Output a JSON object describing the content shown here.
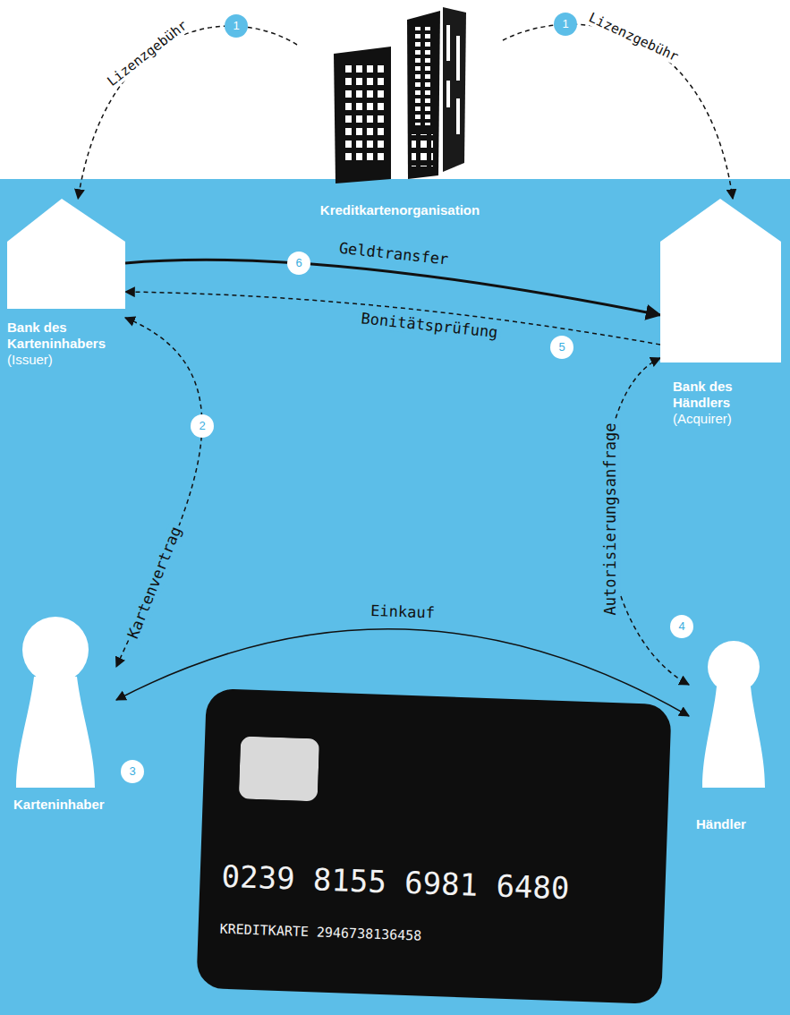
{
  "diagram": {
    "nodes": [
      {
        "text": [
          "Kreditkartenorganisation"
        ]
      },
      {
        "text": [
          "Bank des Karteninhabers",
          "(Issuer)"
        ]
      },
      {
        "text": [
          "Bank des Händlers",
          "(Acquirer)"
        ]
      },
      {
        "text": [
          "Karteninhaber"
        ]
      },
      {
        "text": [
          "Händler"
        ]
      },
      {
        "text": [
          "0239 8155 6981 6480",
          "KREDITKARTE 2946738136458"
        ]
      }
    ],
    "edges": [
      {
        "from": 0,
        "to": 1,
        "label": "Lizenzgebühr",
        "arrow": "to"
      },
      {
        "from": 0,
        "to": 2,
        "label": "Lizenzgebühr",
        "arrow": "to"
      },
      {
        "from": 1,
        "to": 2,
        "label": "Geldtransfer",
        "arrow": "to"
      },
      {
        "from": 2,
        "to": 1,
        "label": "Bonitätsprüfung",
        "arrow": "to"
      },
      {
        "from": 1,
        "to": 3,
        "label": "Kartenvertrag",
        "arrow": "both"
      },
      {
        "from": 2,
        "to": 4,
        "label": "Autorisierungsanfrage",
        "arrow": "both"
      },
      {
        "from": 3,
        "to": 4,
        "label": "Einkauf",
        "arrow": "both"
      }
    ],
    "labels": [
      "1",
      "1",
      "2",
      "3",
      "4",
      "5",
      "6"
    ]
  }
}
